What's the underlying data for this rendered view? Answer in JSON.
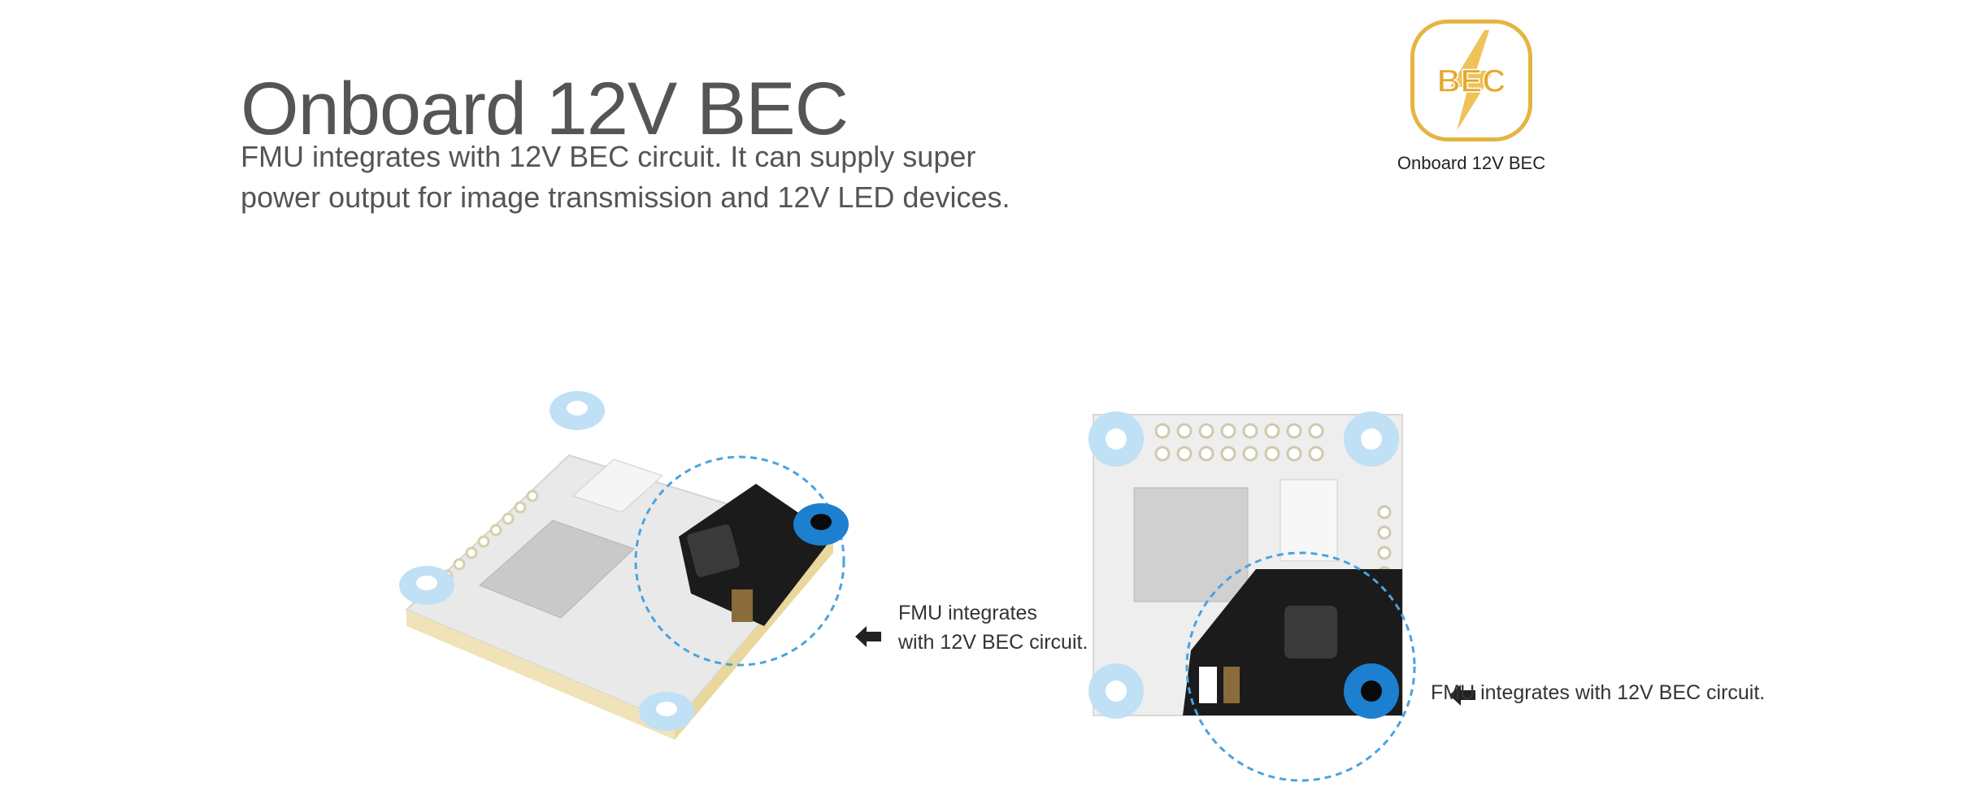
{
  "header": {
    "title": "Onboard 12V BEC",
    "description": "FMU integrates with 12V BEC circuit. It can supply super power output for image transmission and 12V LED devices."
  },
  "badge": {
    "logo_text": "BEC",
    "caption": "Onboard 12V BEC",
    "accent_color": "#e6b442"
  },
  "callouts": {
    "left_line1": "FMU integrates",
    "left_line2": "with 12V BEC circuit.",
    "right": "FMU integrates with 12V BEC circuit."
  },
  "colors": {
    "highlight_circle": "#4aa3e0",
    "standoff_light": "#bfe0f5",
    "standoff_dark": "#1d7fcf",
    "pcb_dark": "#1b1b1b"
  }
}
